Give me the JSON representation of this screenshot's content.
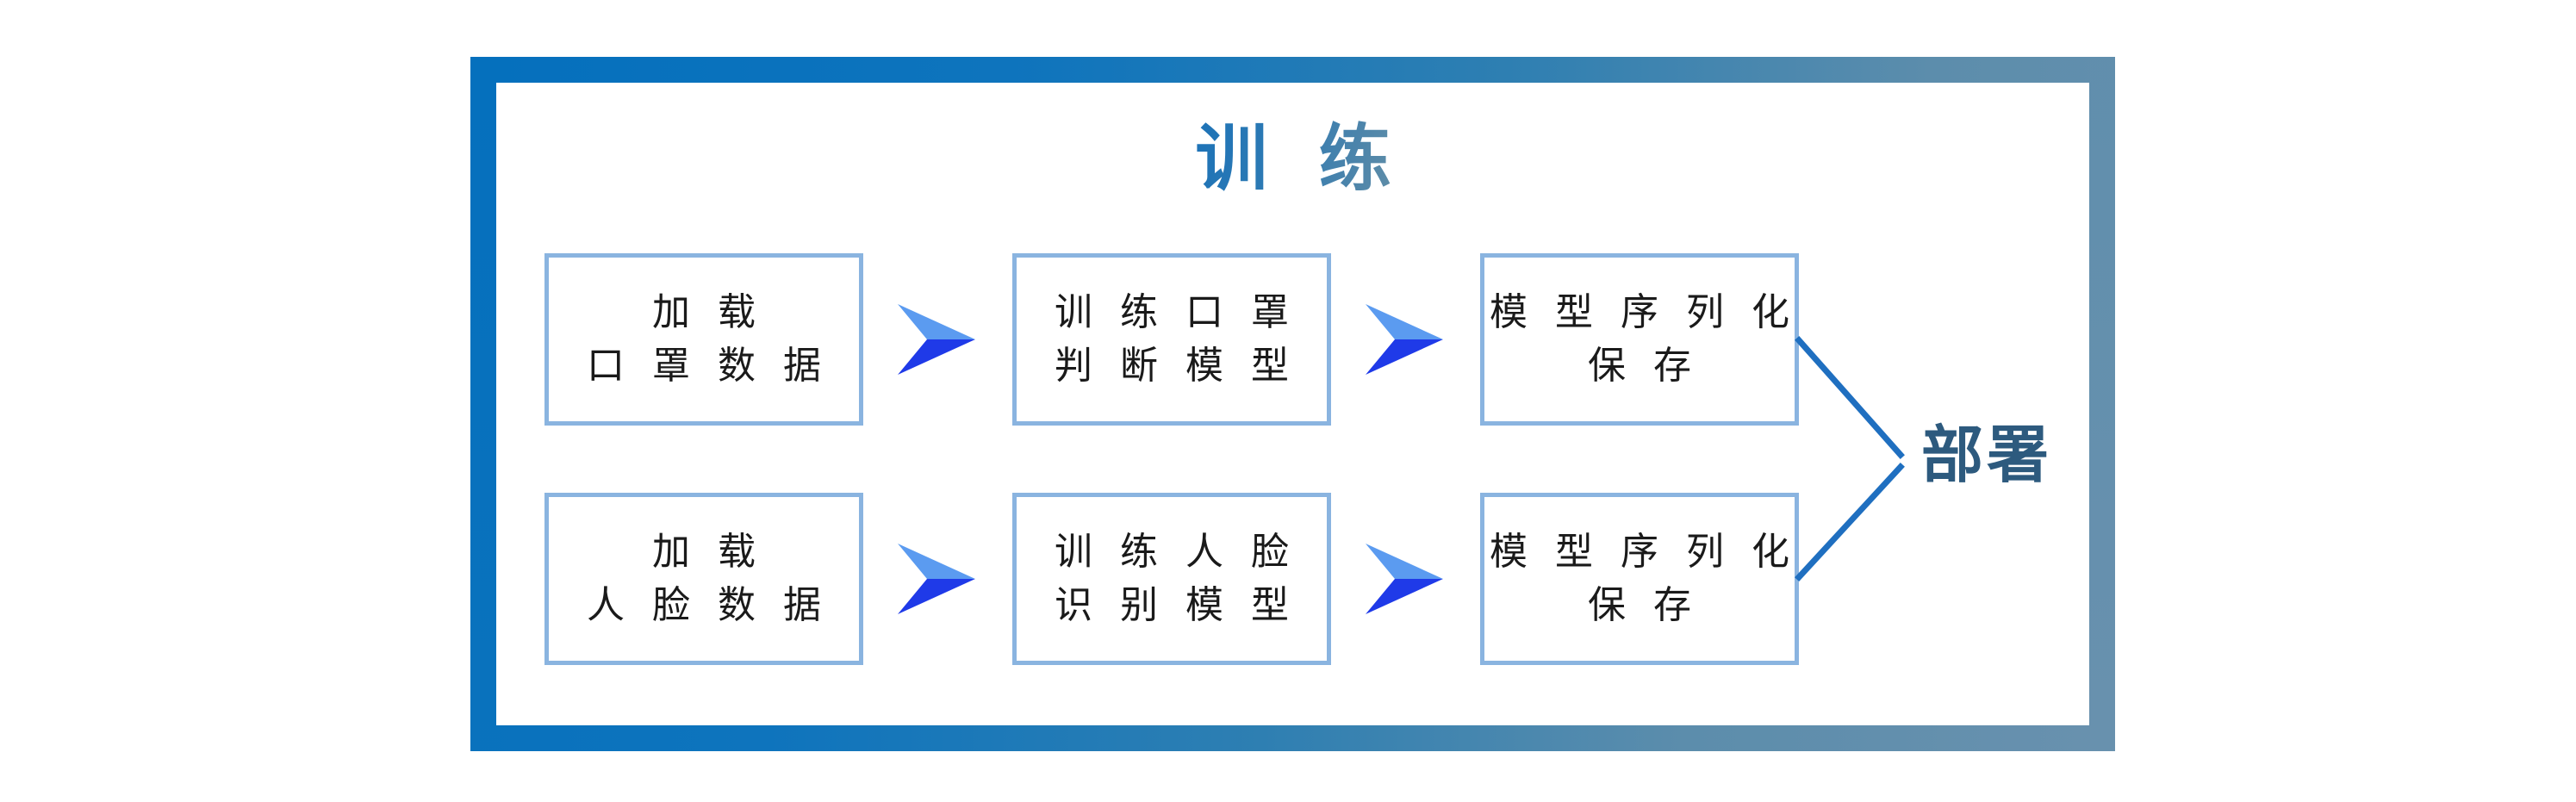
{
  "diagram": {
    "title": "训 练",
    "deploy_label": "部署",
    "colors": {
      "frame_start": "#0570bd",
      "frame_end": "#6891ae",
      "box_border": "#8ab4e0",
      "box_text": "#1a1a1a",
      "arrow_light": "#5b9bf0",
      "arrow_dark": "#1f3ae8",
      "connector_line": "#1f6fc0",
      "title_gradient_start": "#1b72b8",
      "title_gradient_end": "#6b93a6",
      "deploy_text": "#2d5a7e"
    },
    "boxes": [
      {
        "id": "load-mask",
        "line1": "加 载",
        "line2": "口 罩 数 据",
        "row": 1,
        "col": 1
      },
      {
        "id": "train-mask",
        "line1": "训 练 口 罩",
        "line2": "判 断 模 型",
        "row": 1,
        "col": 2
      },
      {
        "id": "serial-mask",
        "line1": "模 型 序 列 化",
        "line2": "保 存",
        "row": 1,
        "col": 3
      },
      {
        "id": "load-face",
        "line1": "加 载",
        "line2": "人 脸 数 据",
        "row": 2,
        "col": 1
      },
      {
        "id": "train-face",
        "line1": "训 练 人 脸",
        "line2": "识 别 模 型",
        "row": 2,
        "col": 2
      },
      {
        "id": "serial-face",
        "line1": "模 型 序 列 化",
        "line2": "保 存",
        "row": 2,
        "col": 3
      }
    ],
    "arrows": [
      {
        "id": "arrow-1",
        "from": "load-mask",
        "to": "train-mask"
      },
      {
        "id": "arrow-2",
        "from": "train-mask",
        "to": "serial-mask"
      },
      {
        "id": "arrow-3",
        "from": "load-face",
        "to": "train-face"
      },
      {
        "id": "arrow-4",
        "from": "train-face",
        "to": "serial-face"
      }
    ],
    "connectors": [
      {
        "id": "connector-top",
        "from": "serial-mask",
        "to": "deploy-label"
      },
      {
        "id": "connector-bottom",
        "from": "serial-face",
        "to": "deploy-label"
      }
    ]
  }
}
